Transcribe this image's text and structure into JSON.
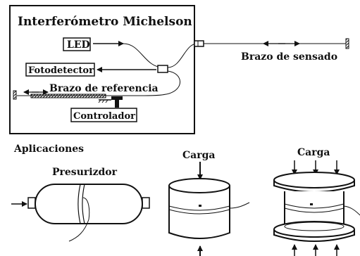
{
  "interferometer": {
    "title": "Interferómetro Michelson",
    "led_label": "LED",
    "photodetector_label": "Fotodetector",
    "reference_arm_label": "Brazo de referencia",
    "controller_label": "Controlador",
    "sensing_arm_label": "Brazo de sensado"
  },
  "applications": {
    "heading": "Aplicaciones",
    "pressurizer_label": "Presurizdor",
    "load_label_1": "Carga",
    "load_label_2": "Carga"
  }
}
